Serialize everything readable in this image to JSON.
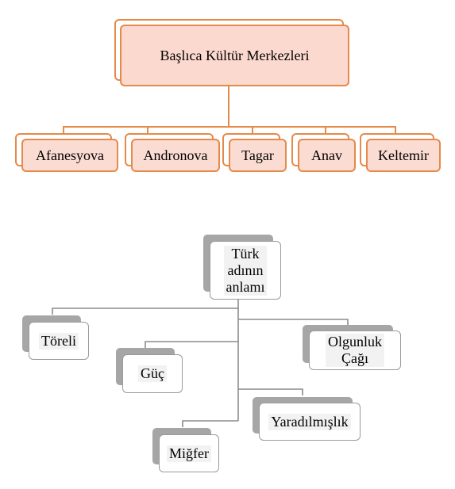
{
  "colors": {
    "orange_border": "#e58a4b",
    "orange_fill": "#fbdcd2",
    "gray_shadow": "#a6a6a6",
    "gray_border": "#9a9a9a"
  },
  "diagram_top": {
    "root": "Başlıca Kültür Merkezleri",
    "children": [
      "Afanesyova",
      "Andronova",
      "Tagar",
      "Anav",
      "Keltemir"
    ]
  },
  "diagram_bottom": {
    "root": "Türk adının anlamı",
    "root_lines": [
      "Türk",
      "adının",
      "anlamı"
    ],
    "children": [
      "Töreli",
      "Güç",
      "Olgunluk Çağı",
      "Yaradılmışlık",
      "Miğfer"
    ],
    "olgunluk_lines": [
      "Olgunluk",
      "Çağı"
    ]
  }
}
